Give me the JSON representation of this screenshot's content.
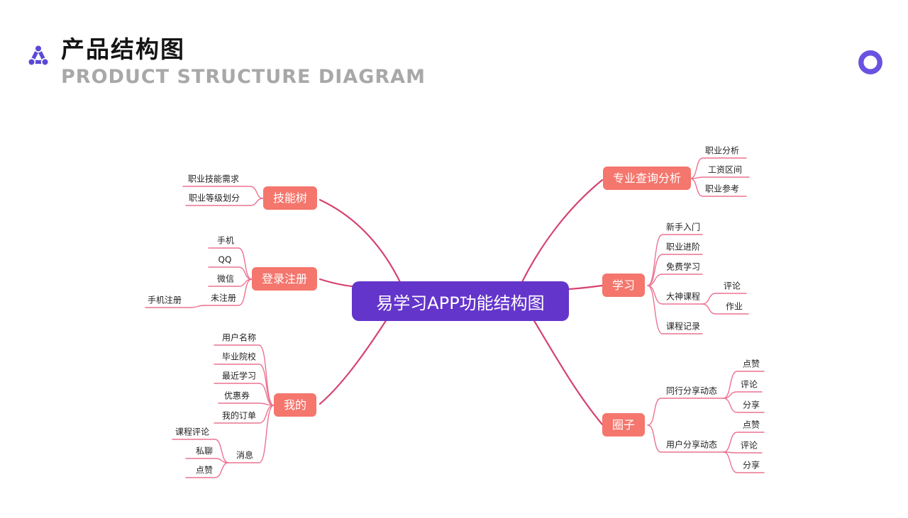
{
  "header": {
    "title": "产品结构图",
    "subtitle": "PRODUCT STRUCTURE DIAGRAM"
  },
  "icons": {
    "logo": "network-share-icon",
    "corner": "ring-circle-icon"
  },
  "colors": {
    "center_purple": "#6435cb",
    "branch_salmon": "#f4766d",
    "curve_crimson": "#d6436e",
    "leaf_line_pink": "#ec7291",
    "subtitle_gray": "#a8a8a8",
    "logo_purple": "#5b49d6"
  },
  "diagram": {
    "center": {
      "label": "易学习APP功能结构图"
    },
    "left": [
      {
        "label": "技能树",
        "children": [
          {
            "label": "职业技能需求"
          },
          {
            "label": "职业等级划分"
          }
        ]
      },
      {
        "label": "登录注册",
        "children": [
          {
            "label": "手机"
          },
          {
            "label": "QQ"
          },
          {
            "label": "微信"
          },
          {
            "label": "未注册",
            "children": [
              {
                "label": "手机注册"
              }
            ]
          }
        ]
      },
      {
        "label": "我的",
        "children": [
          {
            "label": "用户名称"
          },
          {
            "label": "毕业院校"
          },
          {
            "label": "最近学习"
          },
          {
            "label": "优惠券"
          },
          {
            "label": "我的订单"
          },
          {
            "label": "消息",
            "children": [
              {
                "label": "课程评论"
              },
              {
                "label": "私聊"
              },
              {
                "label": "点赞"
              }
            ]
          }
        ]
      }
    ],
    "right": [
      {
        "label": "专业查询分析",
        "children": [
          {
            "label": "职业分析"
          },
          {
            "label": "工资区间"
          },
          {
            "label": "职业参考"
          }
        ]
      },
      {
        "label": "学习",
        "children": [
          {
            "label": "新手入门"
          },
          {
            "label": "职业进阶"
          },
          {
            "label": "免费学习"
          },
          {
            "label": "大神课程",
            "children": [
              {
                "label": "评论"
              },
              {
                "label": "作业"
              }
            ]
          },
          {
            "label": "课程记录"
          }
        ]
      },
      {
        "label": "圈子",
        "children": [
          {
            "label": "同行分享动态",
            "children": [
              {
                "label": "点赞"
              },
              {
                "label": "评论"
              },
              {
                "label": "分享"
              }
            ]
          },
          {
            "label": "用户分享动态",
            "children": [
              {
                "label": "点赞"
              },
              {
                "label": "评论"
              },
              {
                "label": "分享"
              }
            ]
          }
        ]
      }
    ]
  }
}
